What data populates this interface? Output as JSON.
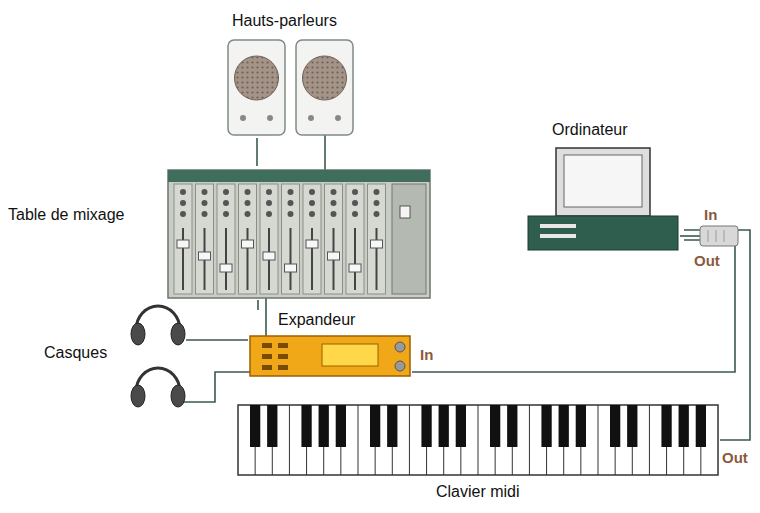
{
  "diagram": {
    "nodes": [
      {
        "text": [
          "Hauts-parleurs"
        ]
      },
      {
        "text": [
          "Ordinateur"
        ]
      },
      {
        "text": [
          "Table de mixage"
        ]
      },
      {
        "text": [
          "Casques"
        ]
      },
      {
        "text": [
          "Expandeur"
        ]
      },
      {
        "text": [
          "Clavier midi"
        ]
      }
    ],
    "edges": [
      {
        "from": 0,
        "to": 2,
        "arrow": "none"
      },
      {
        "from": 2,
        "to": 4,
        "arrow": "none"
      },
      {
        "from": 3,
        "to": 4,
        "arrow": "none"
      },
      {
        "from": 1,
        "to": 4,
        "arrow": "none"
      },
      {
        "from": 5,
        "to": 1,
        "arrow": "none"
      }
    ],
    "labels": [
      "In",
      "Out",
      "In",
      "Out"
    ]
  }
}
